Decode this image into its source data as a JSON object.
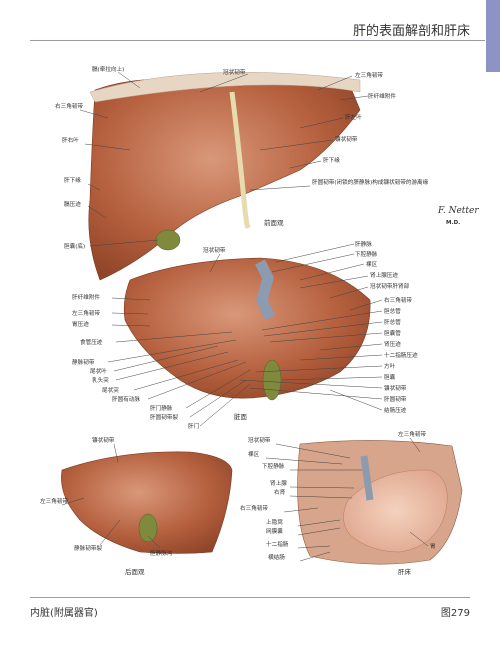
{
  "header": {
    "title": "肝的表面解剖和肝床"
  },
  "footer": {
    "section": "内脏(附属器官)",
    "figure": "图279"
  },
  "signature": {
    "name": "F. Netter",
    "badge": "M.D."
  },
  "captions": {
    "anterior": "前面观",
    "visceral": "脏面",
    "posterior": "后面观",
    "bed": "肝床"
  },
  "labels": {
    "anterior": [
      "膈(牵拉向上)",
      "冠状韧带",
      "左三角韧带",
      "肝纤维附件",
      "右三角韧带",
      "肝左叶",
      "肝右叶",
      "镰状韧带",
      "肝下缘",
      "肝下缘",
      "肝圆韧带(闭锁的脐静脉)构成镰状韧带的游离缘",
      "膈压迹",
      "胆囊(底)"
    ],
    "visceral": [
      "冠状韧带",
      "肝静脉",
      "下腔静脉",
      "裸区",
      "肾上腺压迹",
      "冠状韧带肝肾部",
      "肝纤维附件",
      "右三角韧带",
      "左三角韧带",
      "胆总管",
      "胃压迹",
      "肝总管",
      "食管压迹",
      "胆囊管",
      "静脉韧带",
      "肾压迹",
      "尾状叶",
      "十二指肠压迹",
      "乳头突",
      "方叶",
      "尾状突",
      "胆囊",
      "肝圆有动脉",
      "镰状韧带",
      "肝门静脉",
      "肝圆韧带",
      "肝圆韧带裂",
      "结肠压迹",
      "肝门"
    ],
    "posterior": [
      "镰状韧带",
      "左三角韧带",
      "静脉韧带裂",
      "胆静脉沟"
    ],
    "bed": [
      "冠状韧带",
      "左三角韧带",
      "裸区",
      "下腔静脉",
      "肾上腺",
      "右肾",
      "右三角韧带",
      "上隐窝",
      "网膜囊",
      "十二指肠",
      "横结肠",
      "胃"
    ]
  },
  "colors": {
    "liver": "#b5603e",
    "liver_light": "#d39270",
    "gallbladder": "#7f8a3c",
    "ivc": "#8c9bb0",
    "accent_tab": "#8d93c4"
  }
}
